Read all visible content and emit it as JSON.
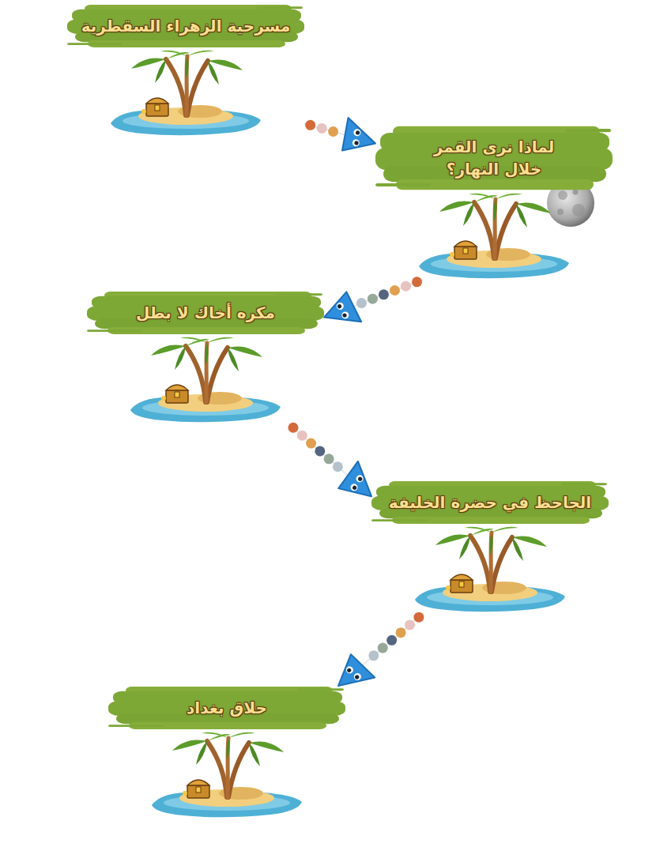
{
  "diagram": {
    "nodes": [
      {
        "text": [
          "مسرحية الزهراء السقطرية"
        ]
      },
      {
        "text": [
          "لماذا نرى القمر خلال النهار؟"
        ]
      },
      {
        "text": [
          "مكره أخاك لا بطل"
        ]
      },
      {
        "text": [
          "الجاحظ في حضرة الخليفة"
        ]
      },
      {
        "text": [
          "حلاق بغداد"
        ]
      }
    ],
    "edges": [
      {
        "from": 0,
        "to": 1,
        "arrow": "to"
      },
      {
        "from": 1,
        "to": 2,
        "arrow": "to"
      },
      {
        "from": 2,
        "to": 3,
        "arrow": "to"
      },
      {
        "from": 3,
        "to": 4,
        "arrow": "to"
      }
    ]
  }
}
